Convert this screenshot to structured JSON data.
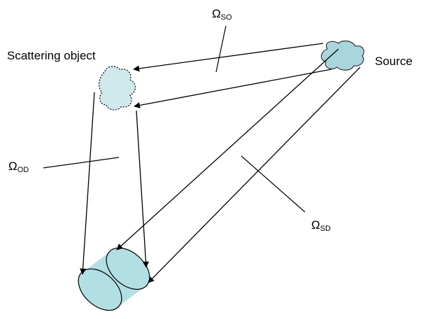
{
  "labels": {
    "scattering_object": "Scattering object",
    "source": "Source",
    "omega_so": {
      "symbol": "Ω",
      "sub": "SO"
    },
    "omega_od": {
      "symbol": "Ω",
      "sub": "OD"
    },
    "omega_sd": {
      "symbol": "Ω",
      "sub": "SD"
    }
  },
  "colors": {
    "source_fill": "#a9d6dc",
    "detector_fill": "#b2dfe3",
    "line": "#000000"
  }
}
